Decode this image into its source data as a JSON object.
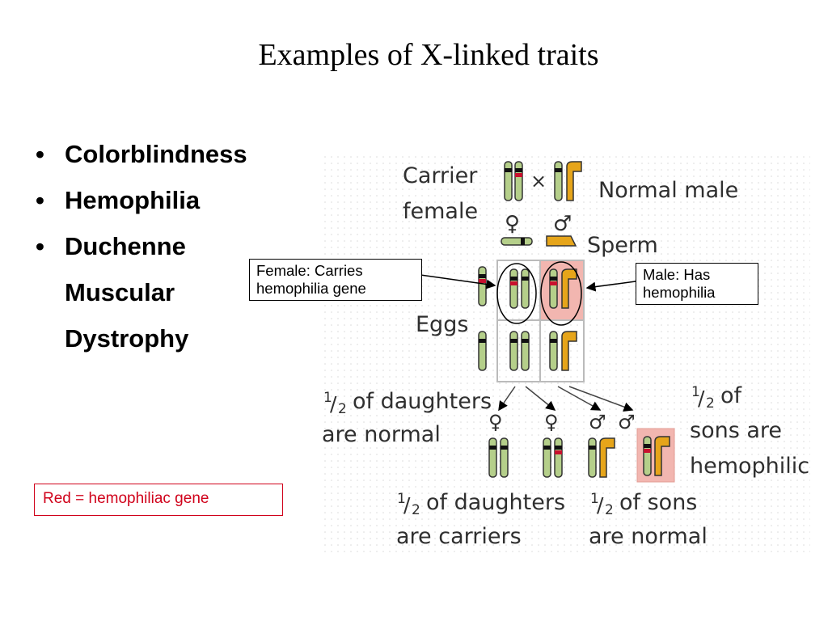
{
  "title": "Examples of X-linked traits",
  "bullets": [
    "Colorblindness",
    "Hemophilia",
    "Duchenne"
  ],
  "bullet_continuation": [
    "Muscular",
    "Dystrophy"
  ],
  "diagram": {
    "carrier_female": [
      "Carrier",
      "female"
    ],
    "normal_male": "Normal male",
    "cross_symbol": "×",
    "female_symbol": "♀",
    "male_symbol": "♂",
    "sperm": "Sperm",
    "eggs": "Eggs",
    "half_daughters_normal": [
      "of daughters",
      "are normal"
    ],
    "half_sons_hemophilic": [
      "of",
      "sons are",
      "hemophilic"
    ],
    "half_daughters_carriers": [
      "of daughters",
      "are carriers"
    ],
    "half_sons_normal": [
      "of sons",
      "are normal"
    ],
    "frac_num": "1",
    "frac_slash": "/",
    "frac_den": "2"
  },
  "callout_female": [
    "Female: Carries",
    "hemophilia gene"
  ],
  "callout_male": [
    "Male: Has",
    "hemophilia"
  ],
  "legend": "Red = hemophiliac gene",
  "colors": {
    "x_chrom": "#b5cf8a",
    "y_chrom": "#e6a51a",
    "hemo_gene": "#c8102e",
    "highlight": "#f2b6b0",
    "legend_red": "#d0021b"
  }
}
